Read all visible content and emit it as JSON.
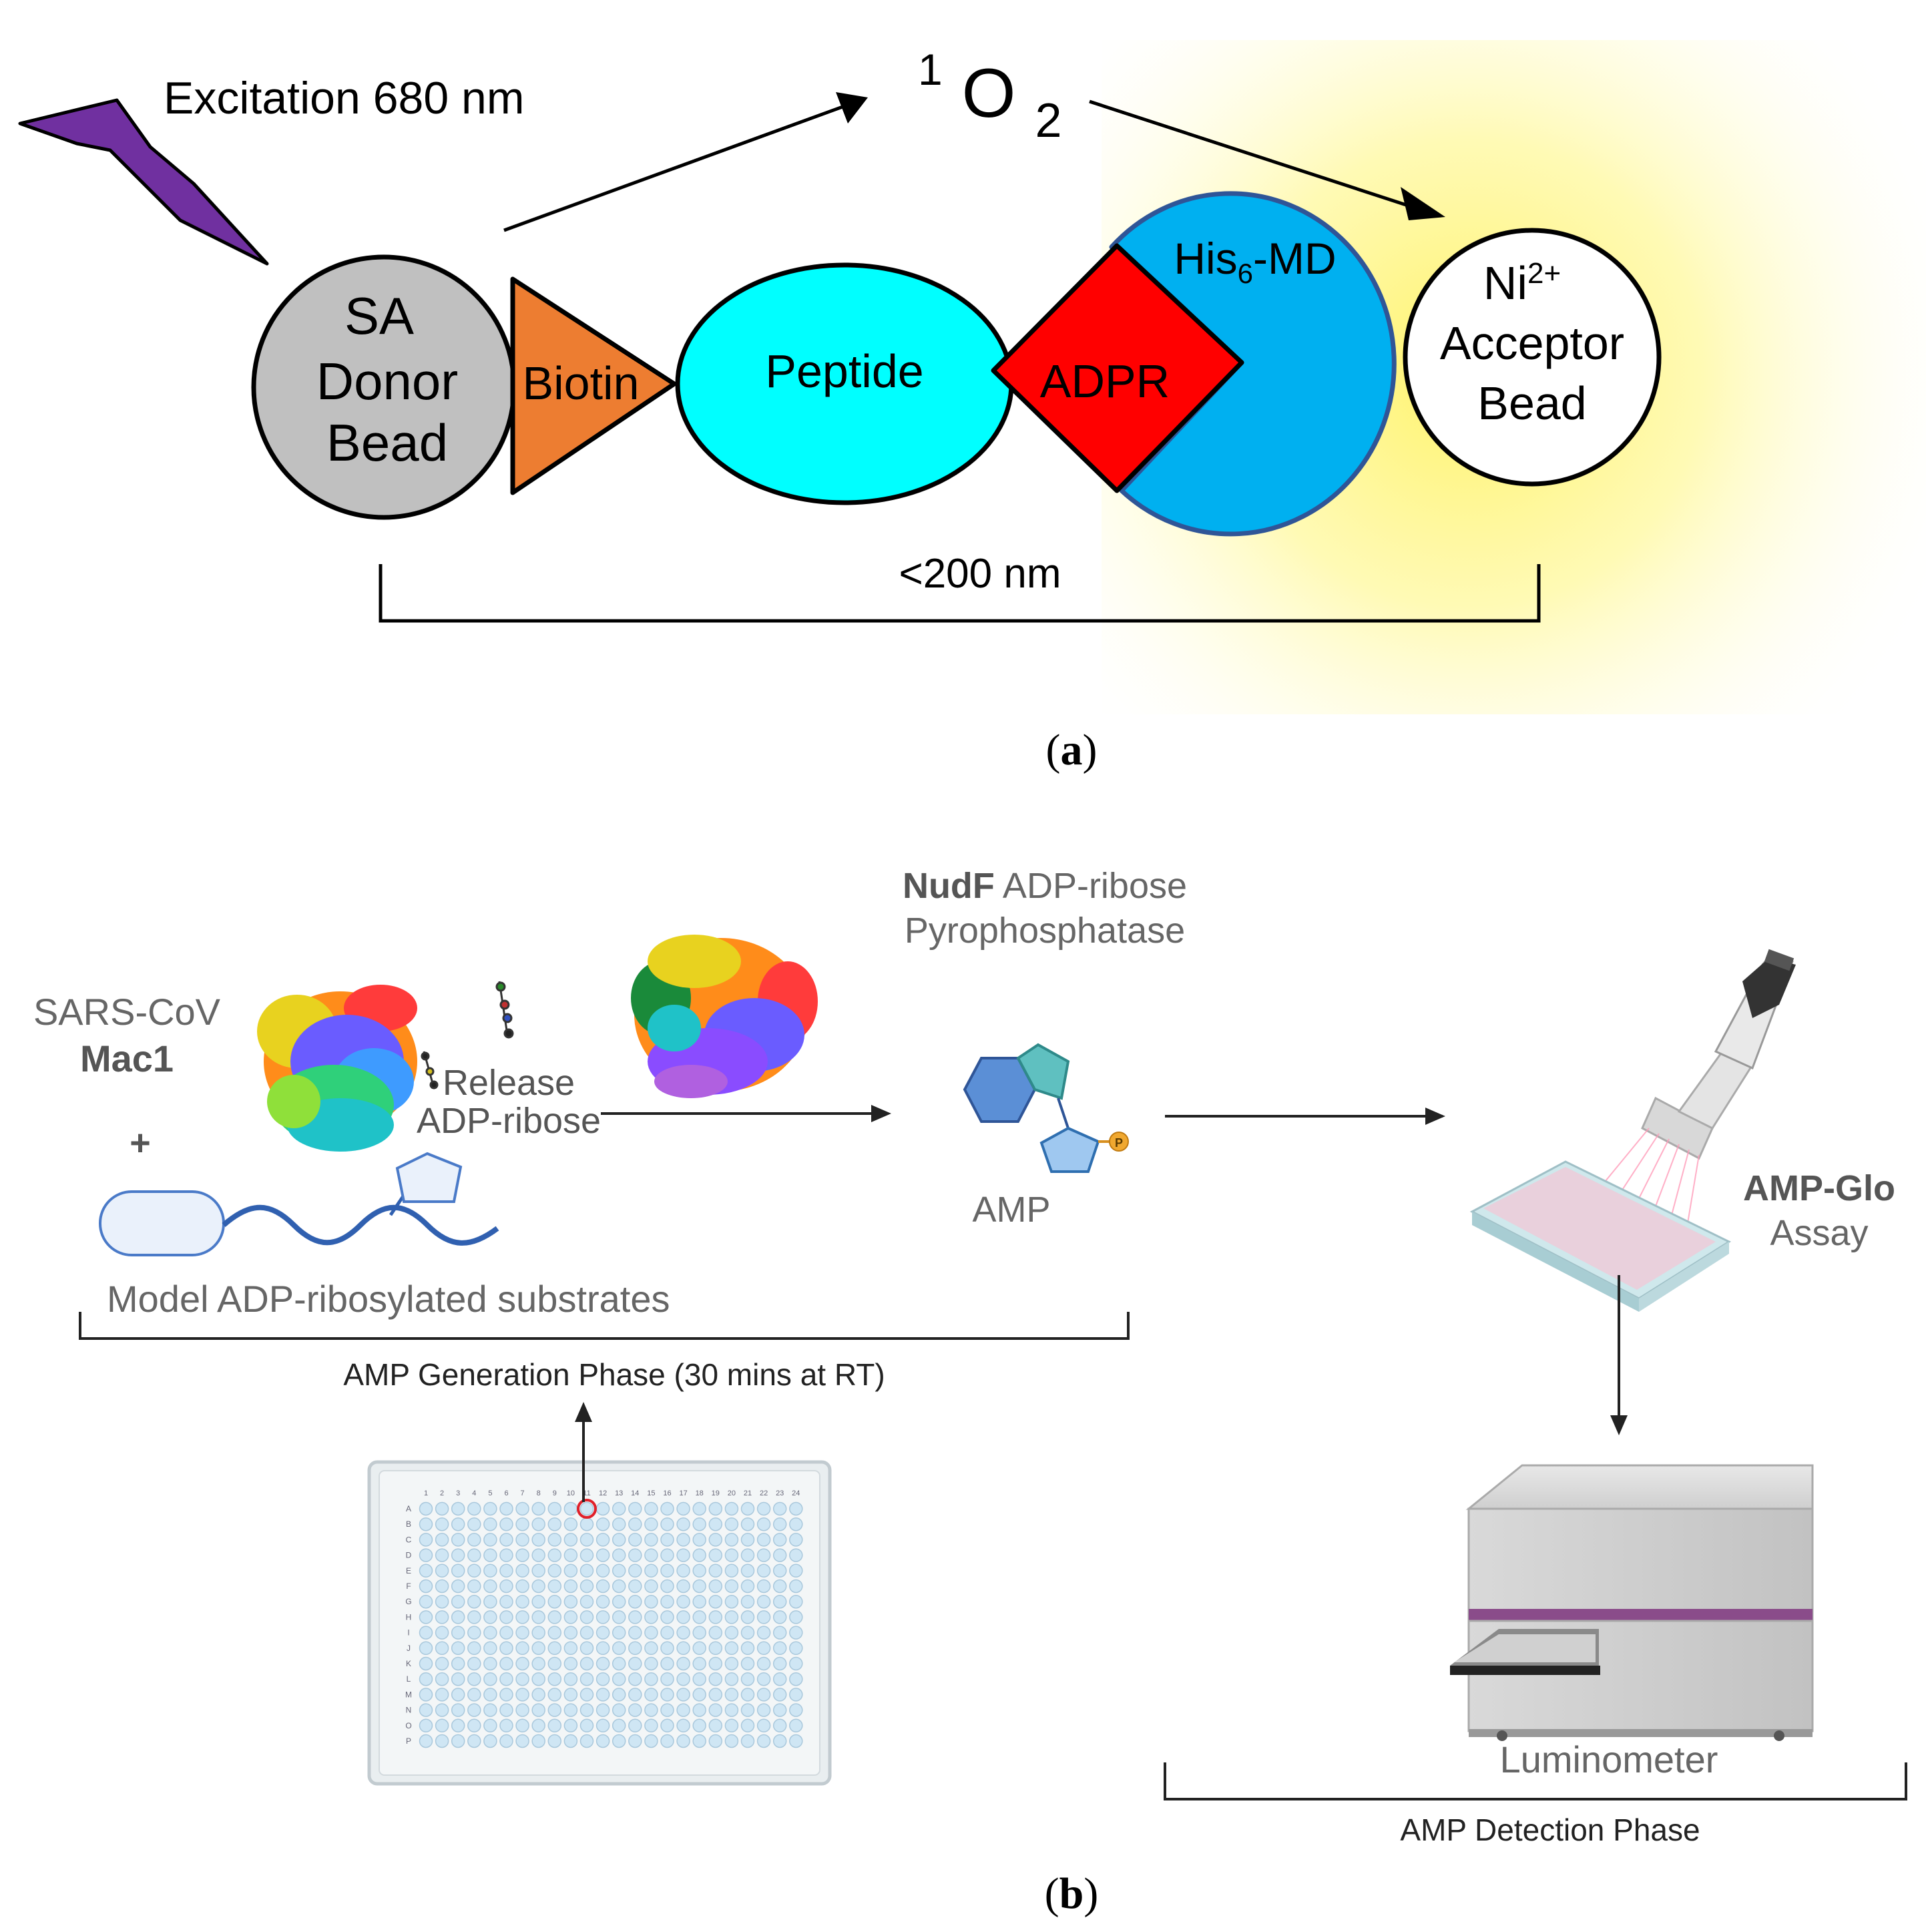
{
  "panel_a": {
    "excitation_label": "Excitation 680 nm",
    "singlet_oxygen": {
      "superscript": "1",
      "base": "O",
      "subscript": "2"
    },
    "donor_bead": {
      "line1": "SA",
      "line2": "Donor",
      "line3": "Bead"
    },
    "biotin": "Biotin",
    "peptide": "Peptide",
    "adpr": "ADPR",
    "his_md": {
      "prefix": "His",
      "subscript": "6",
      "suffix": "-MD"
    },
    "acceptor_bead": {
      "line1_base": "Ni",
      "line1_sup": "2+",
      "line2": "Acceptor",
      "line3": "Bead"
    },
    "distance": "<200 nm",
    "caption_letter": "a",
    "colors": {
      "lightning": "#7030a0",
      "donor": "#c0c0c0",
      "biotin": "#ed7d31",
      "peptide": "#00ffff",
      "adpr": "#ff0000",
      "his_md": "#00b0f0",
      "glow": "#fffb80"
    }
  },
  "panel_b": {
    "sars_line1": "SARS-CoV",
    "sars_line2": "Mac1",
    "plus": "+",
    "release_line1": "Release",
    "release_line2": "ADP-ribose",
    "nudf_bold": "NudF",
    "nudf_rest": " ADP-ribose",
    "nudf_line2": "Pyrophosphatase",
    "amp": "AMP",
    "phosphate": "P",
    "substrates": "Model ADP-ribosylated substrates",
    "generation_phase": "AMP Generation Phase (30 mins at RT)",
    "ampglo_bold": "AMP-Glo",
    "ampglo_line2": "Assay",
    "luminometer": "Luminometer",
    "detection_phase": "AMP Detection Phase",
    "plate_columns": [
      "1",
      "2",
      "3",
      "4",
      "5",
      "6",
      "7",
      "8",
      "9",
      "10",
      "11",
      "12",
      "13",
      "14",
      "15",
      "16",
      "17",
      "18",
      "19",
      "20",
      "21",
      "22",
      "23",
      "24"
    ],
    "plate_rows": [
      "A",
      "B",
      "C",
      "D",
      "E",
      "F",
      "G",
      "H",
      "I",
      "J",
      "K",
      "L",
      "M",
      "N",
      "O",
      "P"
    ],
    "caption_letter": "b"
  }
}
